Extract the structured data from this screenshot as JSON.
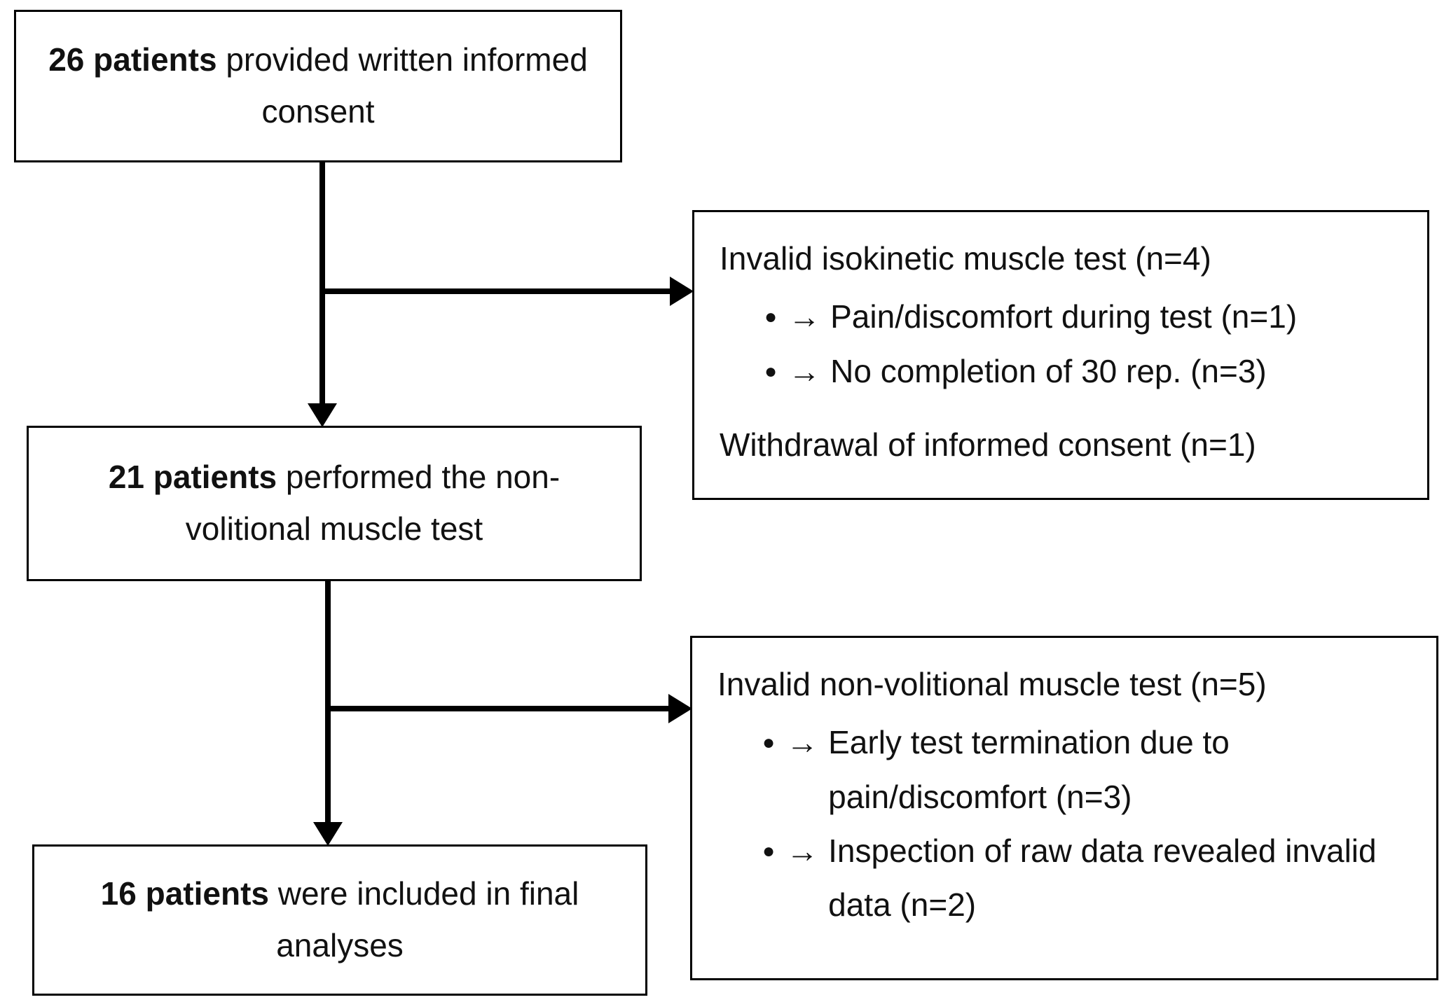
{
  "diagram": {
    "background": "#ffffff",
    "line_color": "#000000",
    "border_color": "#000000"
  },
  "glyphs": {
    "bullet": "●",
    "arrow": "→"
  },
  "box1": {
    "bold": "26 patients",
    "text": "provided written informed consent"
  },
  "box2": {
    "bold": "21 patients",
    "text": "performed the non-volitional muscle test"
  },
  "box3": {
    "bold": "16 patients",
    "text": "were included in final analyses"
  },
  "exclusion1": {
    "title": "Invalid isokinetic muscle test (n=4)",
    "bullets": [
      "Pain/discomfort during test (n=1)",
      "No completion of 30 rep. (n=3)"
    ],
    "footer": "Withdrawal of informed consent (n=1)"
  },
  "exclusion2": {
    "title": "Invalid non-volitional muscle test (n=5)",
    "bullets": [
      "Early test termination due to pain/discomfort (n=3)",
      "Inspection of raw data revealed invalid data (n=2)"
    ]
  }
}
